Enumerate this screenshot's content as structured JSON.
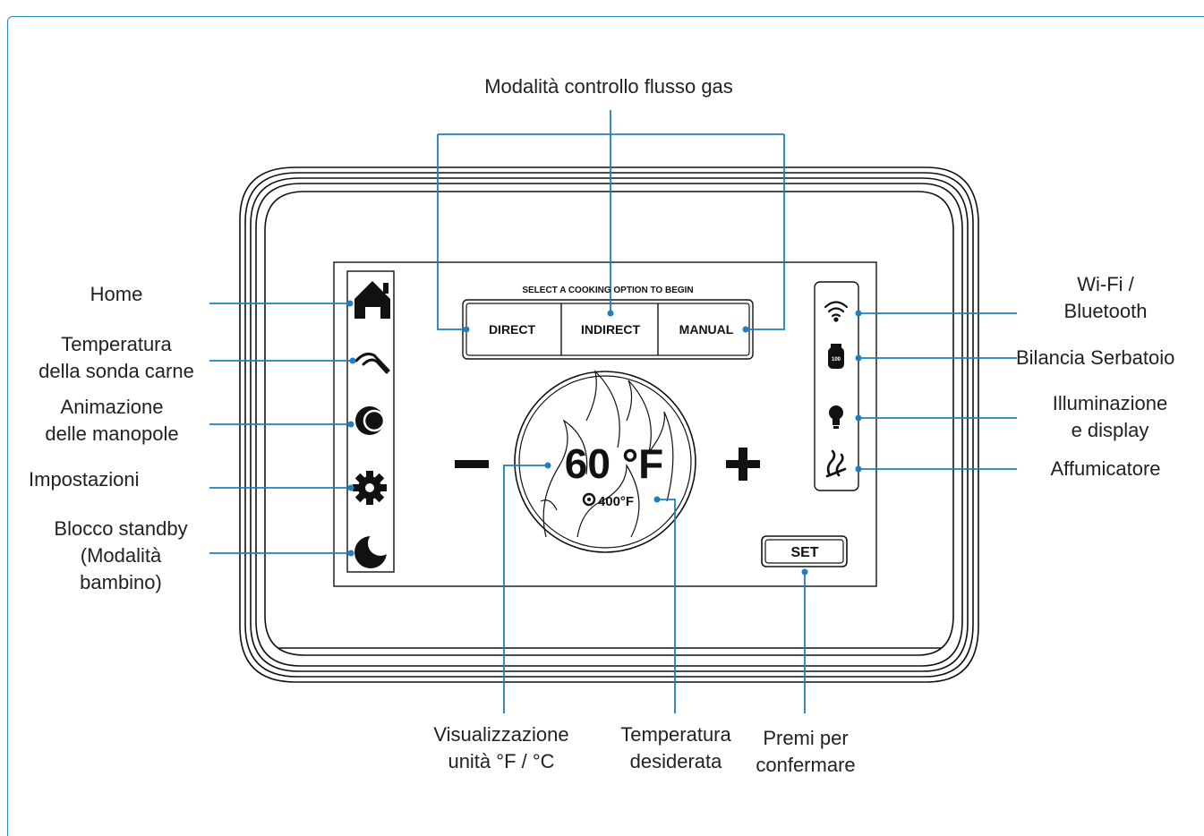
{
  "title": "Modalità controllo flusso gas",
  "screen": {
    "prompt": "SELECT A COOKING OPTION TO BEGIN",
    "modes": [
      "DIRECT",
      "INDIRECT",
      "MANUAL"
    ],
    "current_temp": "60 °F",
    "target_temp": "400°F",
    "minus": "−",
    "plus": "+",
    "set_label": "SET",
    "tank_level": "100"
  },
  "callouts_left": {
    "home": "Home",
    "probe": "Temperatura\ndella sonda carne",
    "knobs": "Animazione\ndelle manopole",
    "settings": "Impostazioni",
    "standby": "Blocco standby\n(Modalità\nbambino)"
  },
  "callouts_right": {
    "wifi": "Wi-Fi /\nBluetooth",
    "tank": "Bilancia Serbatoio",
    "light": "Illuminazione\ne display",
    "smoker": "Affumicatore"
  },
  "callouts_bottom": {
    "units": "Visualizzazione\nunità °F / °C",
    "target": "Temperatura\ndesiderata",
    "confirm": "Premi per\nconfermare"
  },
  "colors": {
    "accent": "#1f7fbf",
    "outline": "#111111"
  }
}
